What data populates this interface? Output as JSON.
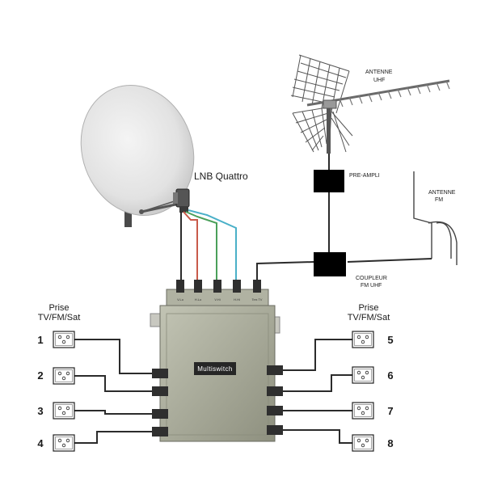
{
  "labels": {
    "lnb": "LNB Quattro",
    "antenne_uhf": [
      "ANTENNE",
      "UHF"
    ],
    "pre_ampli": "PRE-AMPLI",
    "antenne_fm": [
      "ANTENNE",
      "FM"
    ],
    "coupleur": [
      "COUPLEUR",
      "FM UHF"
    ],
    "multiswitch": "Multiswitch",
    "prise_left": [
      "Prise",
      "TV/FM/Sat"
    ],
    "prise_right": [
      "Prise",
      "TV/FM/Sat"
    ]
  },
  "input_ports": [
    "V.Lo",
    "H.Lo",
    "V.Hi",
    "H.Hi",
    "Terr.TV"
  ],
  "outlets_left": [
    "1",
    "2",
    "3",
    "4"
  ],
  "outlets_right": [
    "5",
    "6",
    "7",
    "8"
  ],
  "colors": {
    "cable": "#2b2b2b",
    "lnb_red": "#c85a4a",
    "lnb_green": "#4aa05a",
    "lnb_blue": "#4ab0c8",
    "box": "#a9ab9a",
    "amp": "#000000"
  }
}
